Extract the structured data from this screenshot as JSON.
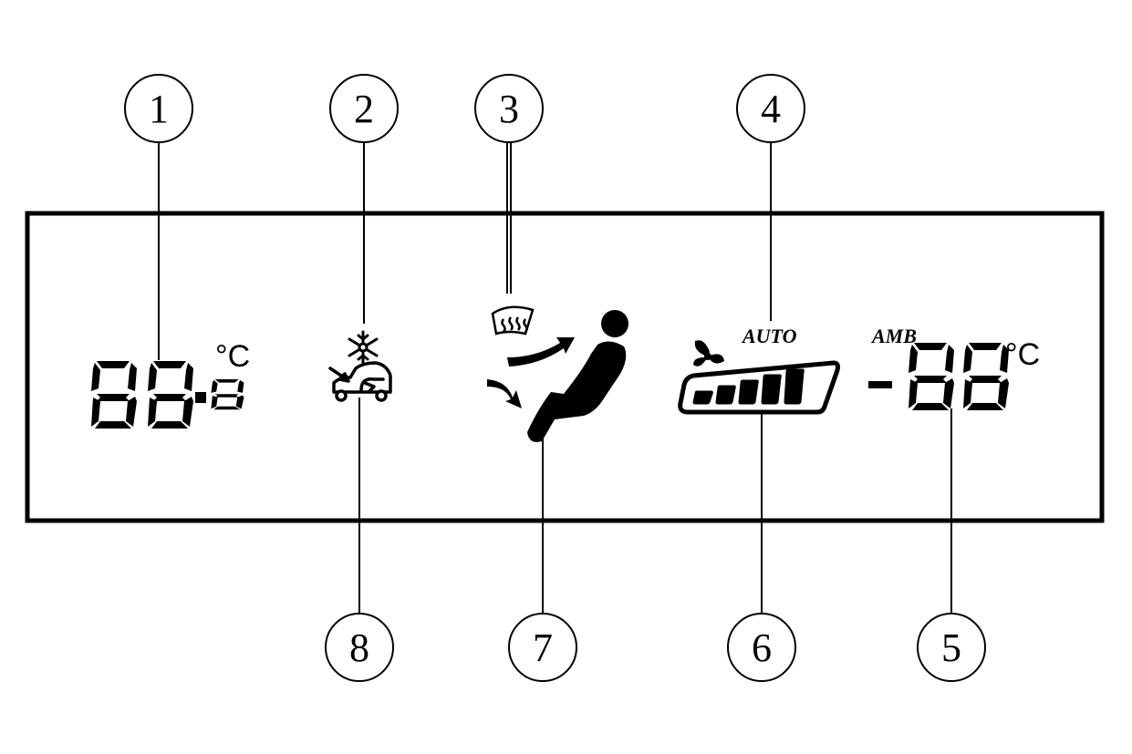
{
  "callouts": [
    {
      "label": "1",
      "target": "set-temperature-display"
    },
    {
      "label": "2",
      "target": "ac-snowflake-icon"
    },
    {
      "label": "3",
      "target": "windshield-defrost-icon"
    },
    {
      "label": "4",
      "target": "auto-mode-indicator"
    },
    {
      "label": "5",
      "target": "ambient-temperature-display"
    },
    {
      "label": "6",
      "target": "fan-speed-bar"
    },
    {
      "label": "7",
      "target": "airflow-mode-icon"
    },
    {
      "label": "8",
      "target": "recirculation-icon"
    }
  ],
  "display": {
    "set_temperature": "88.8",
    "set_temperature_unit": "°C",
    "auto_label": "AUTO",
    "ambient_label": "AMB",
    "ambient_temperature": "-88",
    "ambient_temperature_unit": "°C",
    "fan_speed_level": 5,
    "fan_speed_max": 5
  },
  "icons": {
    "ac": "snowflake-icon",
    "recirculation": "car-recirculation-icon",
    "defrost": "windshield-defrost-icon",
    "airflow": "seated-person-airflow-icon",
    "fan": "fan-icon"
  },
  "colors": {
    "ink": "#000000",
    "background": "#ffffff"
  }
}
